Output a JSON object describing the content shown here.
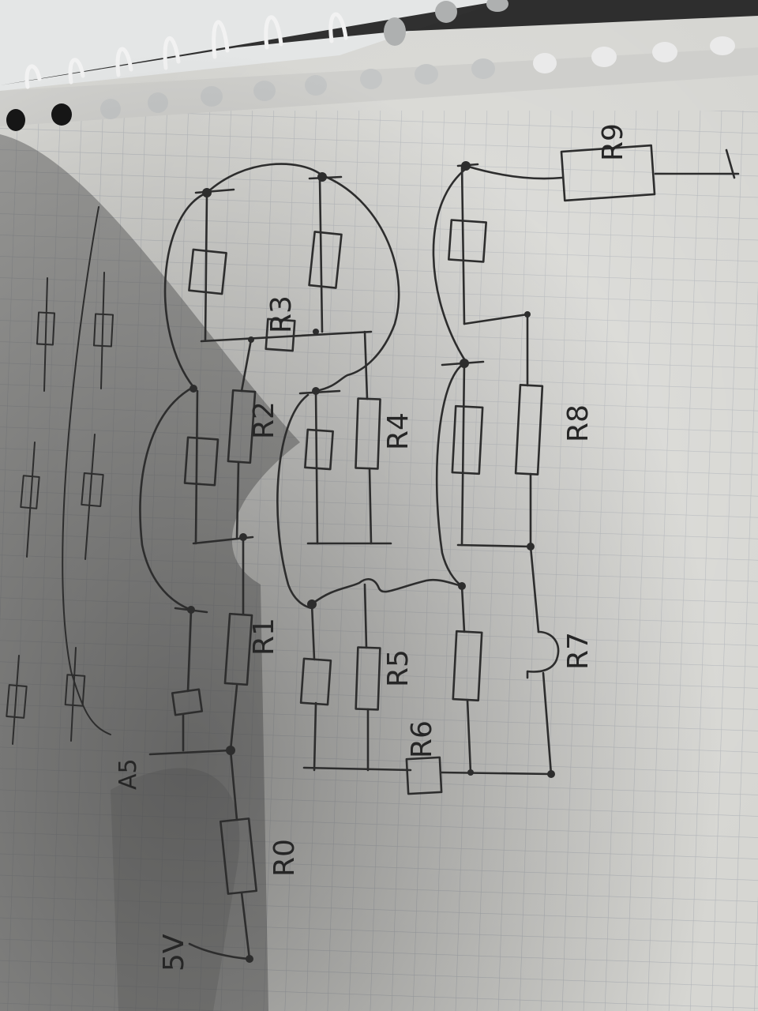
{
  "labels": {
    "r0": "R0",
    "r1": "R1",
    "r2": "R2",
    "r3": "R3",
    "r4": "R4",
    "r5": "R5",
    "r6": "R6",
    "r7": "R7",
    "r8": "R8",
    "r9": "R9",
    "source": "5V",
    "margin_note": "A5"
  },
  "colors": {
    "paper": "#d9d9d4",
    "grid": "#b5b8bb",
    "ink": "#2e2e2e",
    "spiral_wire": "#e8e8e8",
    "shadow": "#5a5a5a"
  }
}
